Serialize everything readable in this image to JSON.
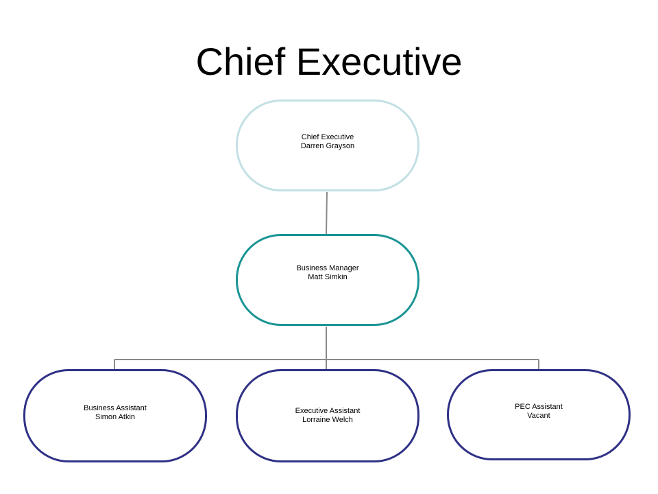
{
  "title": "Chief Executive",
  "colors": {
    "top_node_border": "#c3e0e4",
    "middle_node_border": "#1a9494",
    "bottom_node_border": "#2f3085",
    "connector": "#8a8a8a"
  },
  "nodes": {
    "ceo": {
      "role": "Chief Executive",
      "name": "Darren Grayson"
    },
    "business_manager": {
      "role": "Business Manager",
      "name": "Matt Simkin"
    },
    "business_assistant": {
      "role": "Business Assistant",
      "name": "Simon Atkin"
    },
    "executive_assistant": {
      "role": "Executive Assistant",
      "name": "Lorraine Welch"
    },
    "pec_assistant": {
      "role": "PEC Assistant",
      "name": "Vacant"
    }
  }
}
